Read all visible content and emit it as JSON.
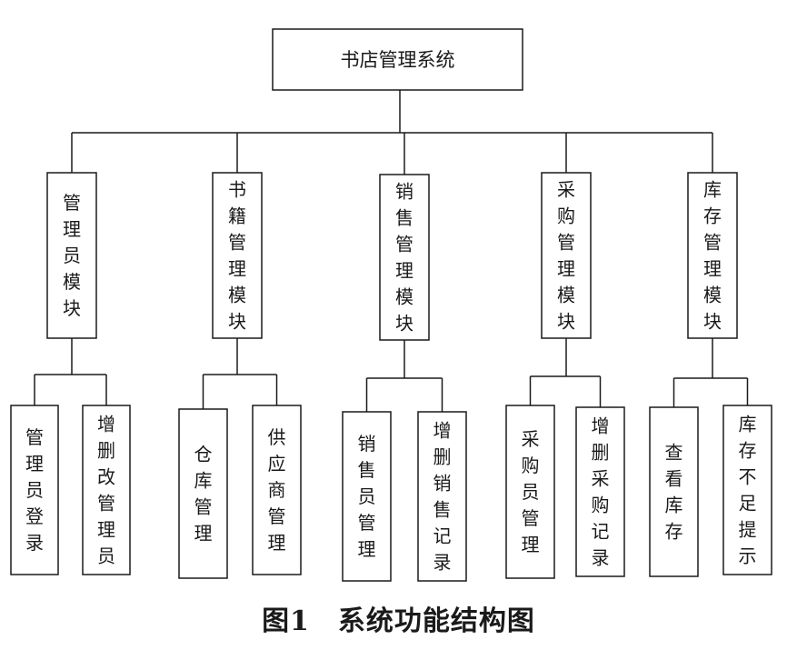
{
  "diagram": {
    "root": {
      "label": "书店管理系统"
    },
    "modules": [
      {
        "label": "管理员模块",
        "children": [
          "管理员登录",
          "增删改管理员"
        ]
      },
      {
        "label": "书籍管理模块",
        "children": [
          "仓库管理",
          "供应商管理"
        ]
      },
      {
        "label": "销售管理模块",
        "children": [
          "销售员管理",
          "增删销售记录"
        ]
      },
      {
        "label": "采购管理模块",
        "children": [
          "采购员管理",
          "增删采购记录"
        ]
      },
      {
        "label": "库存管理模块",
        "children": [
          "查看库存",
          "库存不足提示"
        ]
      }
    ]
  },
  "caption": "图1　系统功能结构图"
}
